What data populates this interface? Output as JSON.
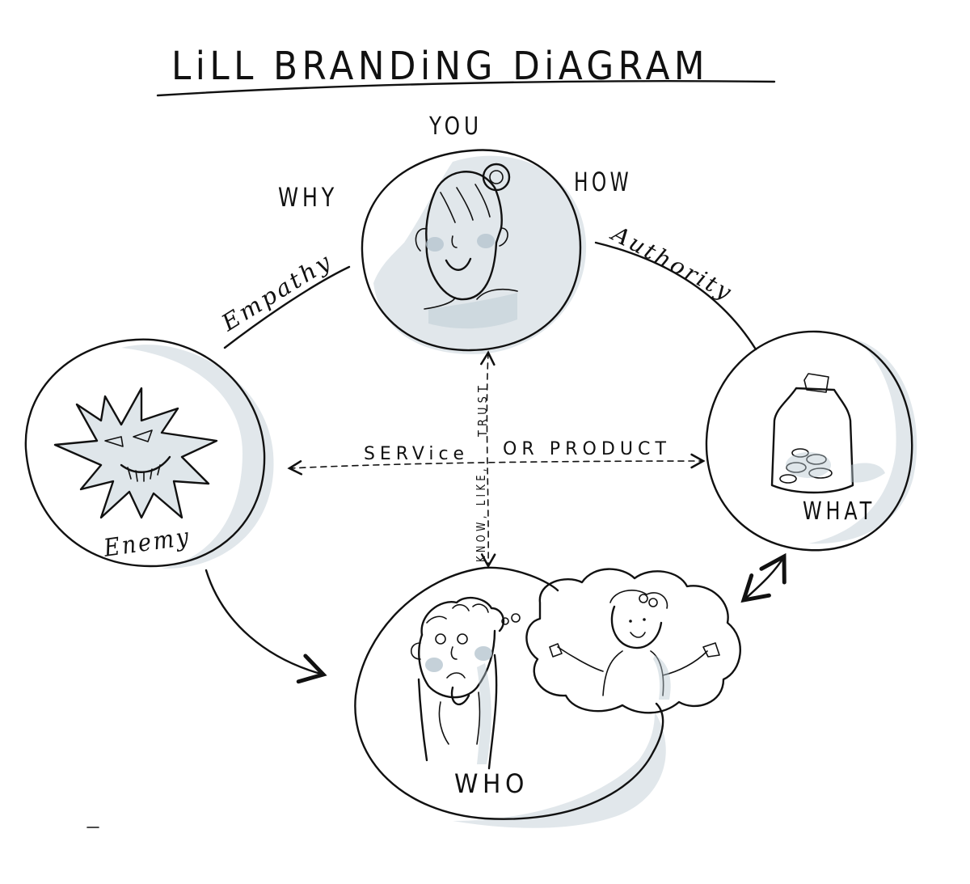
{
  "title": "LiLL BRANDiNG DiAGRAM",
  "nodes": {
    "you": {
      "label": "YOU"
    },
    "enemy": {
      "label": "Enemy"
    },
    "what": {
      "label": "WHAT"
    },
    "who": {
      "label": "WHO"
    }
  },
  "labels": {
    "why": "WHY",
    "how": "HOW",
    "empathy": "Empathy",
    "authority": "Authority",
    "service": "SERVice",
    "or_product": "OR PRODUCT",
    "trust": "TRUST",
    "know_like": "KNOW, LIKE,"
  },
  "colors": {
    "ink": "#111111",
    "wash": "#b9c7d0"
  }
}
